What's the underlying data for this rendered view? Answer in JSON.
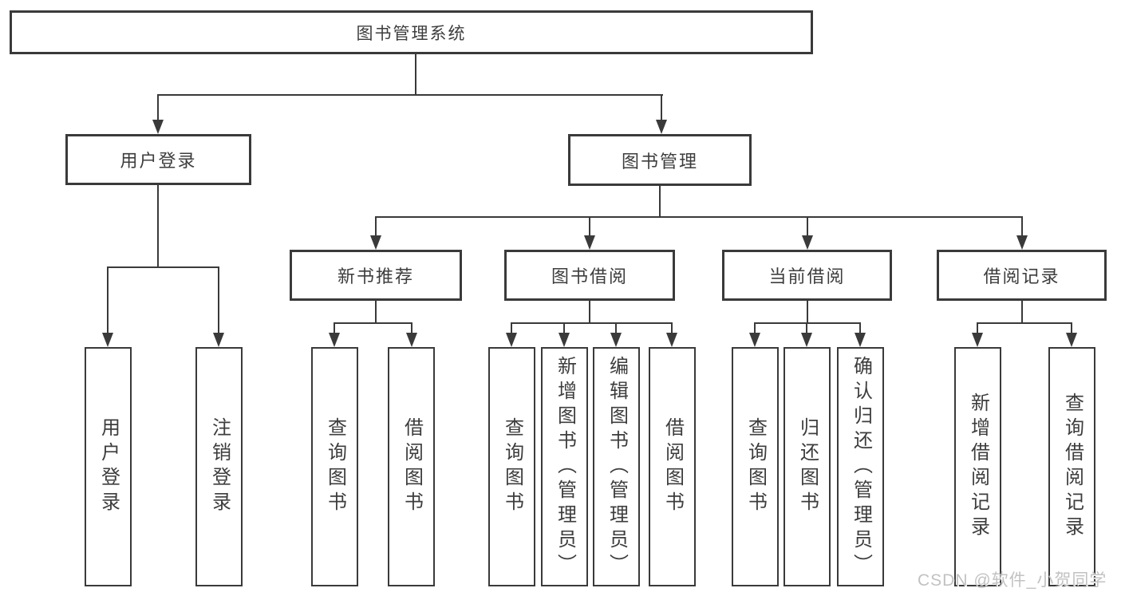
{
  "diagram": {
    "root": {
      "label": "图书管理系统"
    },
    "level2": [
      {
        "label": "用户登录"
      },
      {
        "label": "图书管理"
      }
    ],
    "level3": [
      {
        "label": "新书推荐"
      },
      {
        "label": "图书借阅"
      },
      {
        "label": "当前借阅"
      },
      {
        "label": "借阅记录"
      }
    ],
    "leaves": {
      "user_login": [
        "用户登录",
        "注销登录"
      ],
      "new_book_recommend": [
        "查询图书",
        "借阅图书"
      ],
      "book_borrow": [
        "查询图书",
        "新增图书（管理员）",
        "编辑图书（管理员）",
        "借阅图书"
      ],
      "current_borrow": [
        "查询图书",
        "归还图书",
        "确认归还（管理员）"
      ],
      "borrow_records": [
        "新增借阅记录",
        "查询借阅记录"
      ]
    },
    "colors": {
      "line": "#3a3a3a",
      "text": "#3d3d3d",
      "watermark": "#c2c2c2",
      "background": "#ffffff"
    },
    "watermark": "CSDN @软件_小贺同学"
  }
}
